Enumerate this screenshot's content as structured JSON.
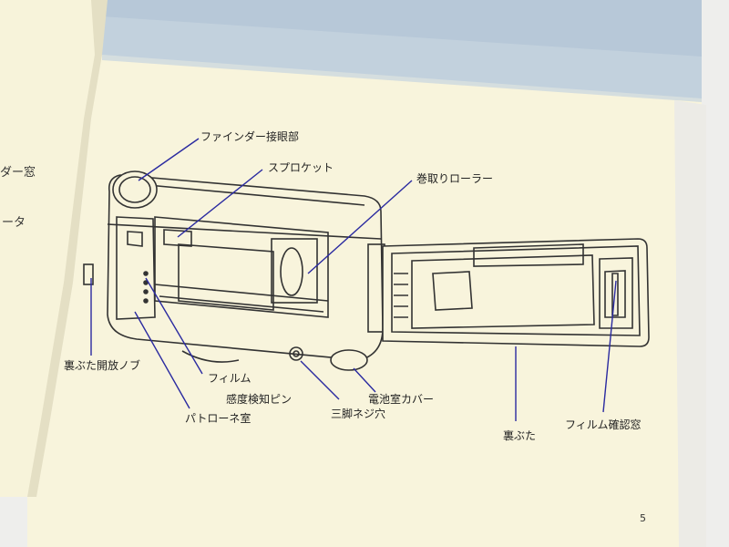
{
  "left_page": {
    "fragments": [
      "ダー窓",
      "ータ"
    ]
  },
  "labels": {
    "finder": "ファインダー接眼部",
    "sprocket": "スプロケット",
    "takeup": "巻取りローラー",
    "knob": "裏ぶた開放ノブ",
    "film_sensor_1": "フィルム",
    "film_sensor_2": "感度検知ピン",
    "patrone": "パトローネ室",
    "tripod": "三脚ネジ穴",
    "battery": "電池室カバー",
    "backcover": "裏ぶた",
    "window": "フィルム確認窓"
  },
  "page_number": "5"
}
